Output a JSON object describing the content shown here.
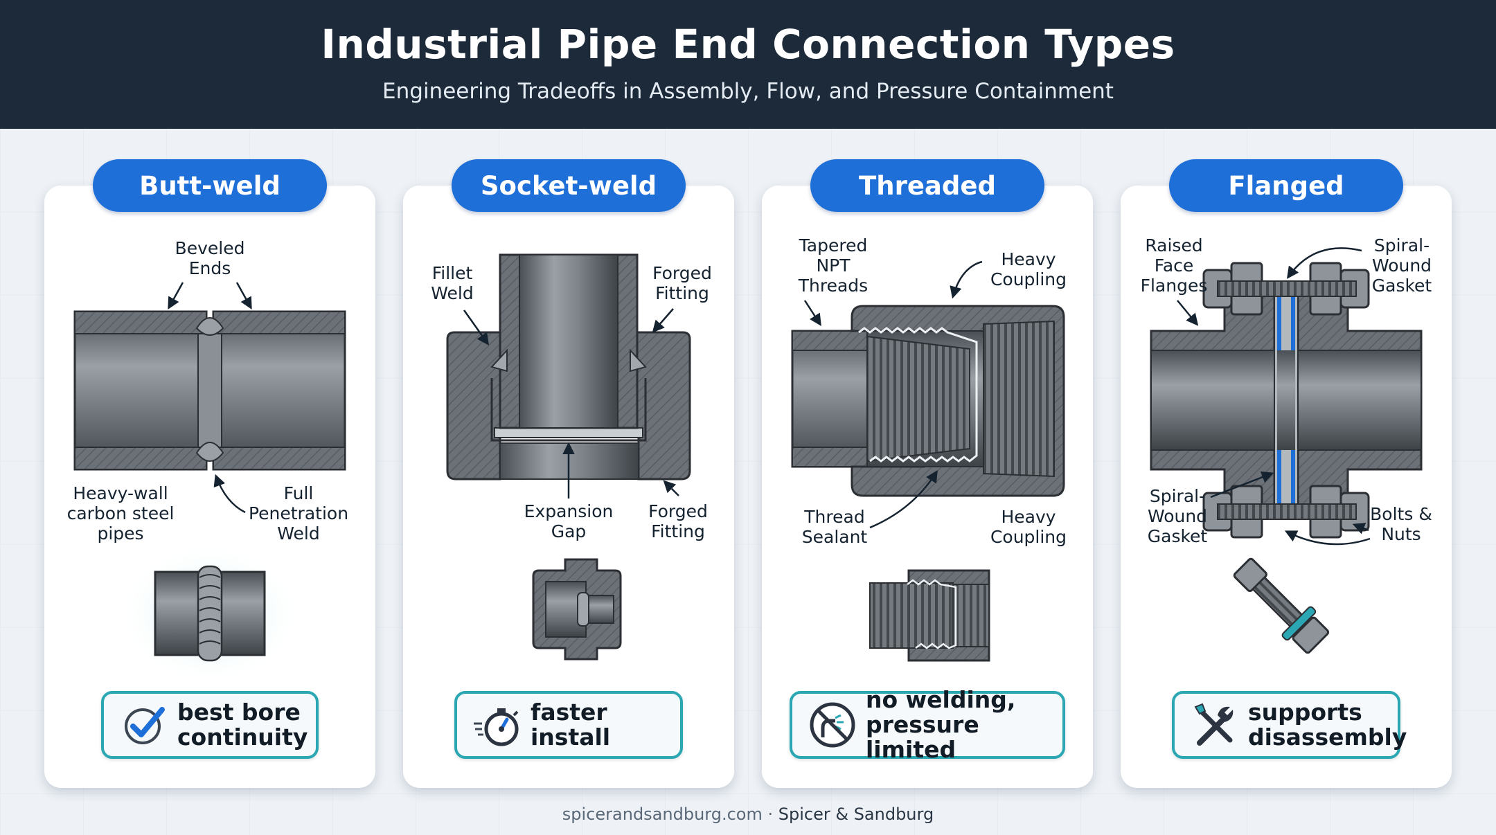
{
  "header": {
    "title": "Industrial Pipe End Connection Types",
    "subtitle": "Engineering Tradeoffs in Assembly, Flow, and Pressure Containment"
  },
  "colors": {
    "header_bg": "#1c2a3a",
    "pill_blue": "#1f6fd8",
    "badge_teal": "#2aa7b3",
    "steel": "#6e7379"
  },
  "panels": [
    {
      "title": "Butt-weld",
      "labels": [
        "Beveled Ends",
        "Heavy-wall carbon steel pipes",
        "Full Penetration Weld"
      ],
      "badge": {
        "icon": "checkmark-icon",
        "text": "best bore continuity"
      }
    },
    {
      "title": "Socket-weld",
      "labels": [
        "Fillet Weld",
        "Forged Fitting",
        "Expansion Gap",
        "Forged Fitting"
      ],
      "badge": {
        "icon": "stopwatch-icon",
        "text": "faster install"
      }
    },
    {
      "title": "Threaded",
      "labels": [
        "Tapered NPT Threads",
        "Heavy Coupling",
        "Thread Sealant",
        "Heavy Coupling"
      ],
      "badge": {
        "icon": "no-welding-icon",
        "text": "no welding, pressure limited"
      }
    },
    {
      "title": "Flanged",
      "labels": [
        "Raised Face Flanges",
        "Spiral-Wound Gasket",
        "Spiral-Wound Gasket",
        "Bolts & Nuts"
      ],
      "badge": {
        "icon": "tools-icon",
        "text": "supports disassembly"
      }
    }
  ],
  "footer": {
    "site": "spicerandsandburg.com",
    "separator": " · ",
    "brand": "Spicer & Sandburg"
  }
}
